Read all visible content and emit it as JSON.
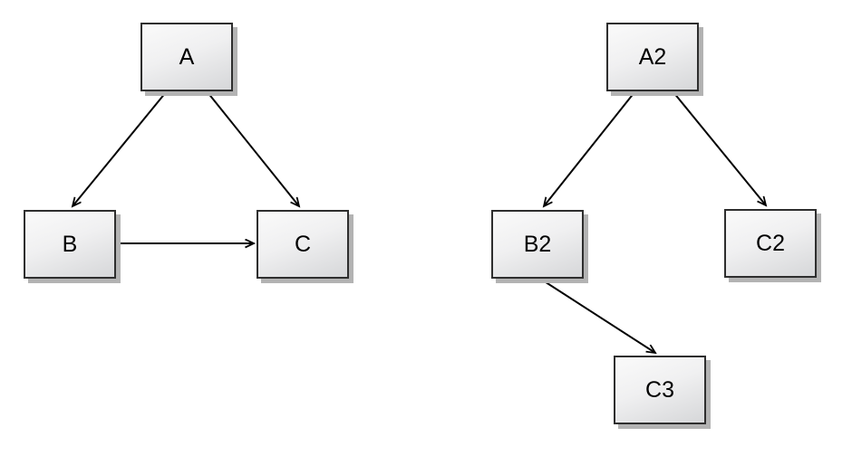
{
  "diagram": {
    "type": "directed-node-link-graph",
    "background_color": "#ffffff",
    "node_style": {
      "fill_top": "#fafafa",
      "fill_bottom": "#d6d7d9",
      "border_color": "#2e2e2e",
      "shadow_color": "#b3b3b3",
      "text_color": "#000000"
    },
    "edge_style": {
      "color": "#000000",
      "arrowhead": "open-v"
    },
    "graphs": [
      {
        "name": "left-graph",
        "nodes": [
          {
            "id": "A",
            "label": "A"
          },
          {
            "id": "B",
            "label": "B"
          },
          {
            "id": "C",
            "label": "C"
          }
        ],
        "edges": [
          {
            "from": "A",
            "to": "B"
          },
          {
            "from": "A",
            "to": "C"
          },
          {
            "from": "B",
            "to": "C"
          }
        ]
      },
      {
        "name": "right-graph",
        "nodes": [
          {
            "id": "A2",
            "label": "A2"
          },
          {
            "id": "B2",
            "label": "B2"
          },
          {
            "id": "C2",
            "label": "C2"
          },
          {
            "id": "C3",
            "label": "C3"
          }
        ],
        "edges": [
          {
            "from": "A2",
            "to": "B2"
          },
          {
            "from": "A2",
            "to": "C2"
          },
          {
            "from": "B2",
            "to": "C3"
          }
        ]
      }
    ]
  }
}
